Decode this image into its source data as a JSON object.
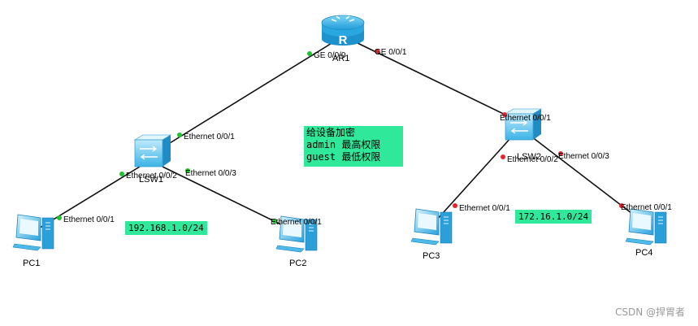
{
  "devices": {
    "router": {
      "label": "AR1",
      "icon": "router-icon"
    },
    "lsw1": {
      "label": "LSW1",
      "icon": "switch-icon"
    },
    "lsw2": {
      "label": "LSW2",
      "icon": "switch-icon"
    },
    "pc1": {
      "label": "PC1",
      "icon": "pc-icon"
    },
    "pc2": {
      "label": "PC2",
      "icon": "pc-icon"
    },
    "pc3": {
      "label": "PC3",
      "icon": "pc-icon"
    },
    "pc4": {
      "label": "PC4",
      "icon": "pc-icon"
    }
  },
  "links": [
    {
      "from": "AR1",
      "from_port": "GE 0/0/0",
      "to": "LSW1",
      "to_port": "Ethernet 0/0/1",
      "status": "up"
    },
    {
      "from": "AR1",
      "from_port": "GE 0/0/1",
      "to": "LSW2",
      "to_port": "Ethernet 0/0/1",
      "status": "down"
    },
    {
      "from": "LSW1",
      "from_port": "Ethernet 0/0/2",
      "to": "PC1",
      "to_port": "Ethernet 0/0/1",
      "status": "up"
    },
    {
      "from": "LSW1",
      "from_port": "Ethernet 0/0/3",
      "to": "PC2",
      "to_port": "Ethernet 0/0/1",
      "status": "up"
    },
    {
      "from": "LSW2",
      "from_port": "Ethernet 0/0/2",
      "to": "PC3",
      "to_port": "Ethernet 0/0/1",
      "status": "down"
    },
    {
      "from": "LSW2",
      "from_port": "Ethernet 0/0/3",
      "to": "PC4",
      "to_port": "Ethernet 0/0/1",
      "status": "down"
    }
  ],
  "ports": {
    "ar1_ge000": "GE 0/0/0",
    "ar1_ge001": "GE 0/0/1",
    "lsw1_e1": "Ethernet 0/0/1",
    "lsw1_e2": "Ethernet 0/0/2",
    "lsw1_e3": "Ethernet 0/0/3",
    "lsw2_e1": "Ethernet 0/0/1",
    "lsw2_e2": "Ethernet 0/0/2",
    "lsw2_e3": "Ethernet 0/0/3",
    "pc1_e1": "Ethernet 0/0/1",
    "pc2_e1": "Ethernet 0/0/1",
    "pc3_e1": "Ethernet 0/0/1",
    "pc4_e1": "Ethernet 0/0/1"
  },
  "notes": {
    "password": {
      "line1": "给设备加密",
      "line2": "admin 最高权限",
      "line3": "guest 最低权限"
    },
    "net1": "192.168.1.0/24",
    "net2": "172.16.1.0/24"
  },
  "watermark": "CSDN @捍胃者",
  "colors": {
    "link": "#111111",
    "port_up": "#22c22e",
    "port_down": "#e8262a",
    "note_bg": "#2fe89a",
    "device_blue": "#28a9e0",
    "device_light": "#c8ecfb"
  }
}
